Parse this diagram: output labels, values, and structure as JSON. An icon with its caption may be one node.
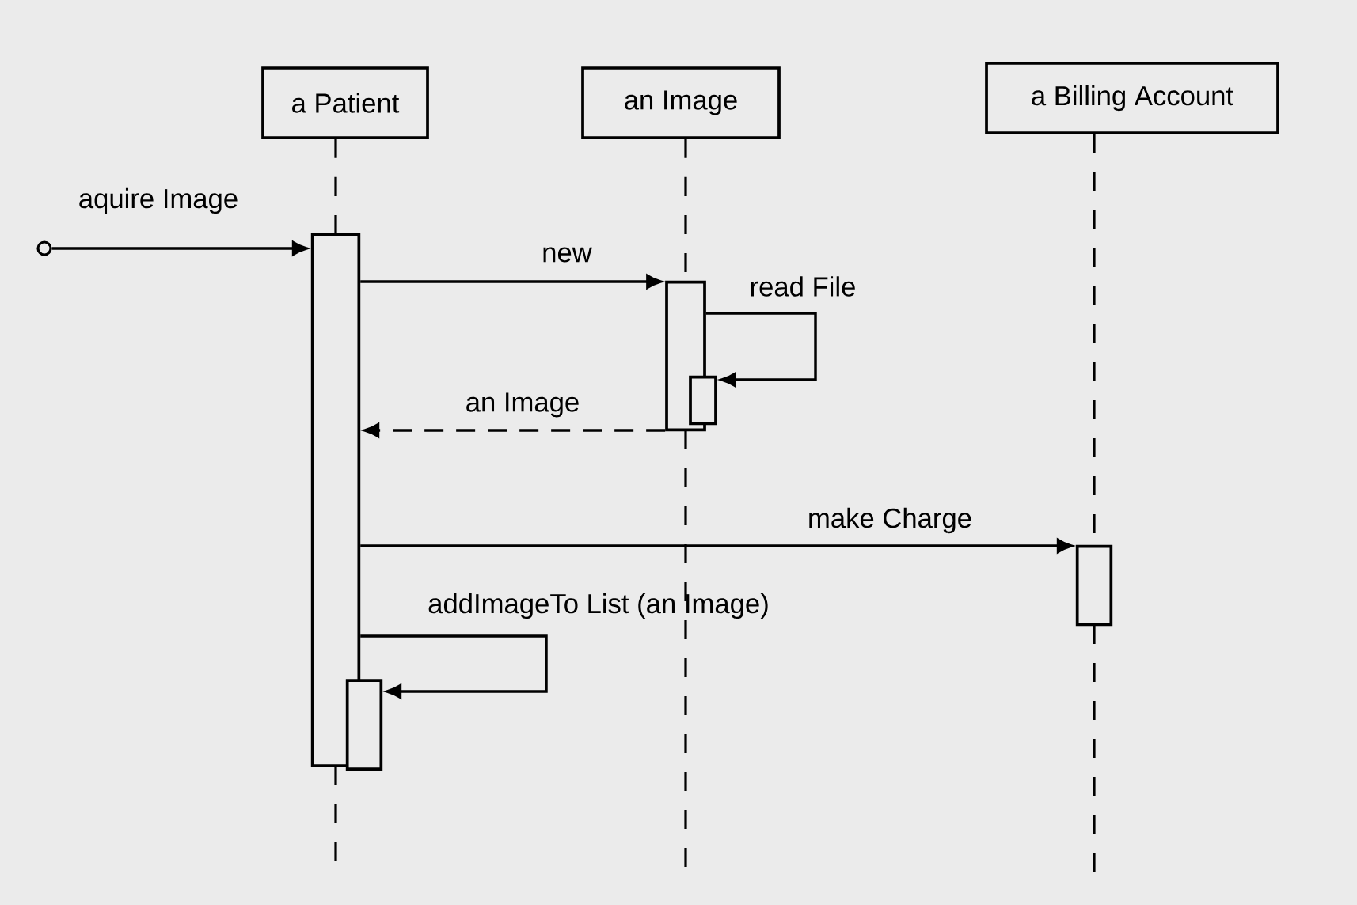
{
  "diagram": {
    "nodes": [
      {
        "text": [
          "a Patient"
        ]
      },
      {
        "text": [
          "an Image"
        ]
      },
      {
        "text": [
          "a Billing Account"
        ]
      },
      {
        "text": [],
        "shape": "circle"
      },
      {
        "text": [],
        "shape": "bar"
      },
      {
        "text": [],
        "shape": "bar"
      },
      {
        "text": [],
        "shape": "bar"
      },
      {
        "text": [],
        "shape": "bar"
      },
      {
        "text": [],
        "shape": "bar"
      }
    ],
    "edges": [
      {
        "from": 0,
        "to": 4,
        "arrow": "none",
        "style": "dashed"
      },
      {
        "from": 1,
        "to": 5,
        "arrow": "none",
        "style": "dashed"
      },
      {
        "from": 2,
        "to": 7,
        "arrow": "none",
        "style": "dashed"
      },
      {
        "from": 3,
        "to": 4,
        "arrow": "to",
        "label": "aquire Image"
      },
      {
        "from": 4,
        "to": 5,
        "arrow": "to",
        "label": "new"
      },
      {
        "from": 5,
        "to": 6,
        "arrow": "to",
        "label": "read File"
      },
      {
        "from": 5,
        "to": 4,
        "arrow": "to",
        "label": "an Image",
        "style": "dashed"
      },
      {
        "from": 4,
        "to": 7,
        "arrow": "to",
        "label": "make Charge"
      },
      {
        "from": 4,
        "to": 8,
        "arrow": "to",
        "label": "addImageTo List (an Image)"
      }
    ]
  }
}
